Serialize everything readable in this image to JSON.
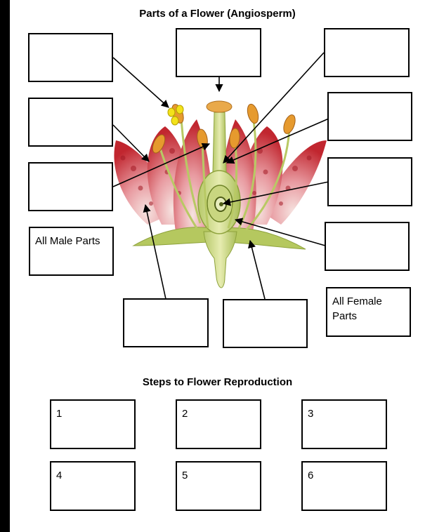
{
  "diagram": {
    "title": "Parts of a Flower (Angiosperm)",
    "male_box_label": "All Male Parts",
    "female_box_label": "All Female Parts"
  },
  "steps": {
    "title": "Steps to Flower Reproduction",
    "numbers": [
      "1",
      "2",
      "3",
      "4",
      "5",
      "6"
    ]
  }
}
